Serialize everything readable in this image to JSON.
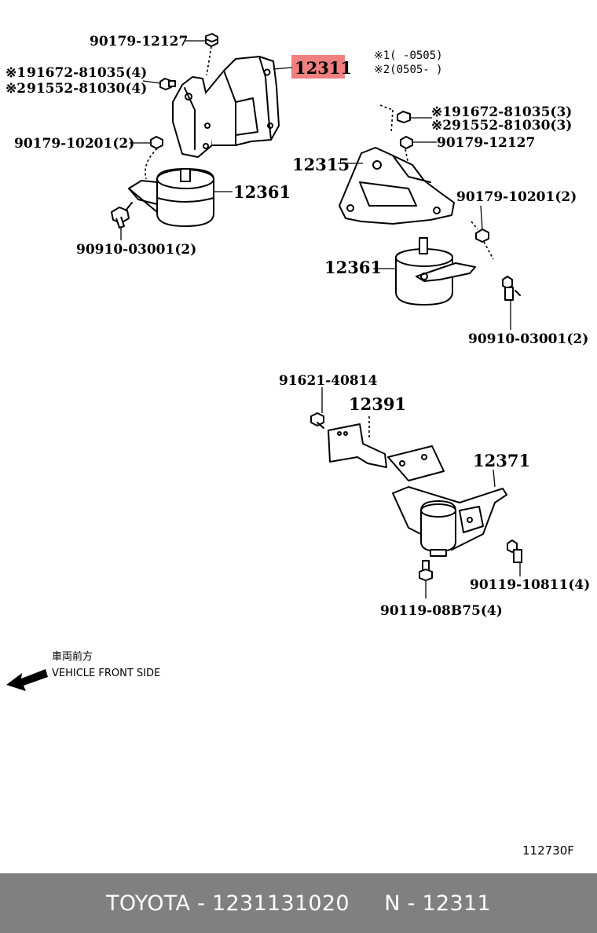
{
  "labels": {
    "l_90179_12127_top": "90179-12127",
    "l_12311": "12311",
    "l_91672_4_prefix": "※1",
    "l_91672_4": "91672-81035(4)",
    "l_91552_4_prefix": "※2",
    "l_91552_4": "91552-81030(4)",
    "l_90179_10201_left": "90179-10201(2)",
    "l_12361_left": "12361",
    "l_90910_left": "90910-03001(2)",
    "note1": "※1(      -0505)",
    "note2": "※2(0505-      )",
    "l_91672_3": "※191672-81035(3)",
    "l_91552_3": "※291552-81030(3)",
    "l_90179_12127_right": "90179-12127",
    "l_12315": "12315",
    "l_90179_10201_right": "90179-10201(2)",
    "l_12361_right": "12361",
    "l_90910_right": "90910-03001(2)",
    "l_91621": "91621-40814",
    "l_12391": "12391",
    "l_12371": "12371",
    "l_90119_10811": "90119-10811(4)",
    "l_90119_08B75": "90119-08B75(4)",
    "front_jp": "車両前方",
    "front_en": "VEHICLE FRONT SIDE",
    "figure_code": "112730F"
  },
  "highlight": {
    "part": "12311",
    "color": "#f08080"
  },
  "footer": {
    "text": "TOYOTA - 1231131020     N - 12311",
    "background": "#808080",
    "color": "#ffffff"
  }
}
